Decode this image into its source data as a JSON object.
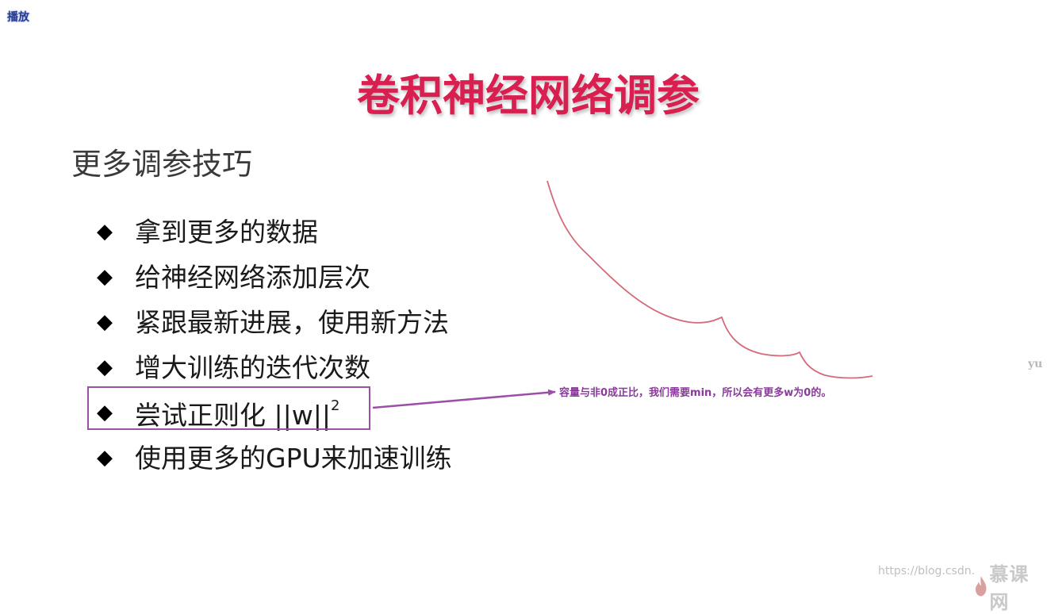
{
  "toolbar": {
    "play_label": "播放"
  },
  "slide": {
    "title": "卷积神经网络调参",
    "heading": "更多调参技巧",
    "bullet_symbol": "◆",
    "bullets": [
      "拿到更多的数据",
      "给神经网络添加层次",
      "紧跟最新进展，使用新方法",
      "增大训练的迭代次数",
      "尝试正则化 ||w||",
      "使用更多的GPU来加速训练"
    ],
    "formula_superscript": "2"
  },
  "annotation": {
    "text": "容量与非0成正比，我们需要min，所以会有更多w为0的。",
    "stroke_color": "#9b4fa6",
    "curve_color": "#d46a7a"
  },
  "marks": {
    "yu": "yu",
    "watermark_url": "https://blog.csdn.",
    "logo_text": "慕课网"
  }
}
